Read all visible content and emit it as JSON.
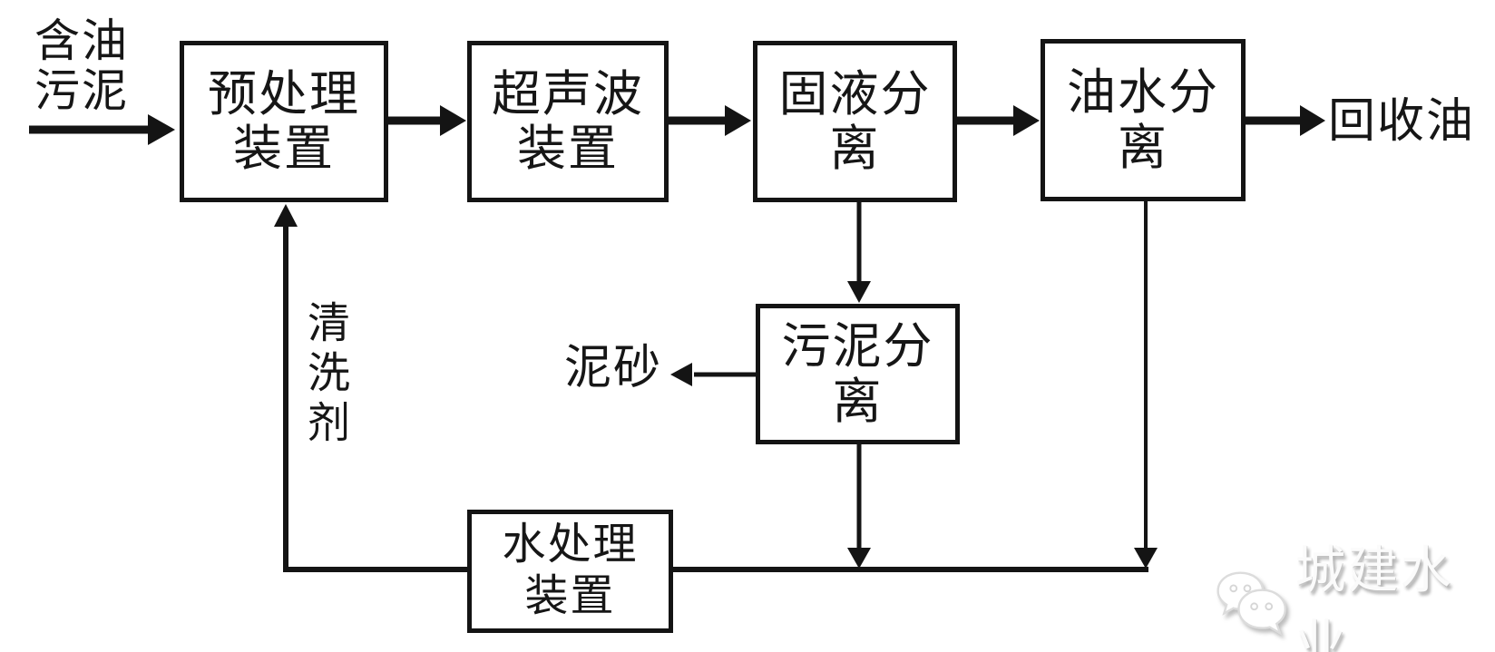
{
  "diagram_type": "flowchart",
  "colors": {
    "line": "#141414",
    "background": "#ffffff",
    "watermark_text": "#fbfbfb",
    "watermark_shadow": "#b2b2b2"
  },
  "nodes": {
    "pretreatment": "预处理\n装置",
    "ultrasonic": "超声波\n装置",
    "solid_liquid_separation": "固液分离",
    "oil_water_separation": "油水分离",
    "sludge_separation": "污泥分离",
    "water_treatment": "水处理\n装置"
  },
  "labels": {
    "oily_sludge_input": "含油\n污泥",
    "recovered_oil": "回收油",
    "cleaning_agent": "清洗剂",
    "sediment": "泥砂"
  },
  "watermark": {
    "icon": "wechat-icon",
    "text": "城建水业"
  }
}
